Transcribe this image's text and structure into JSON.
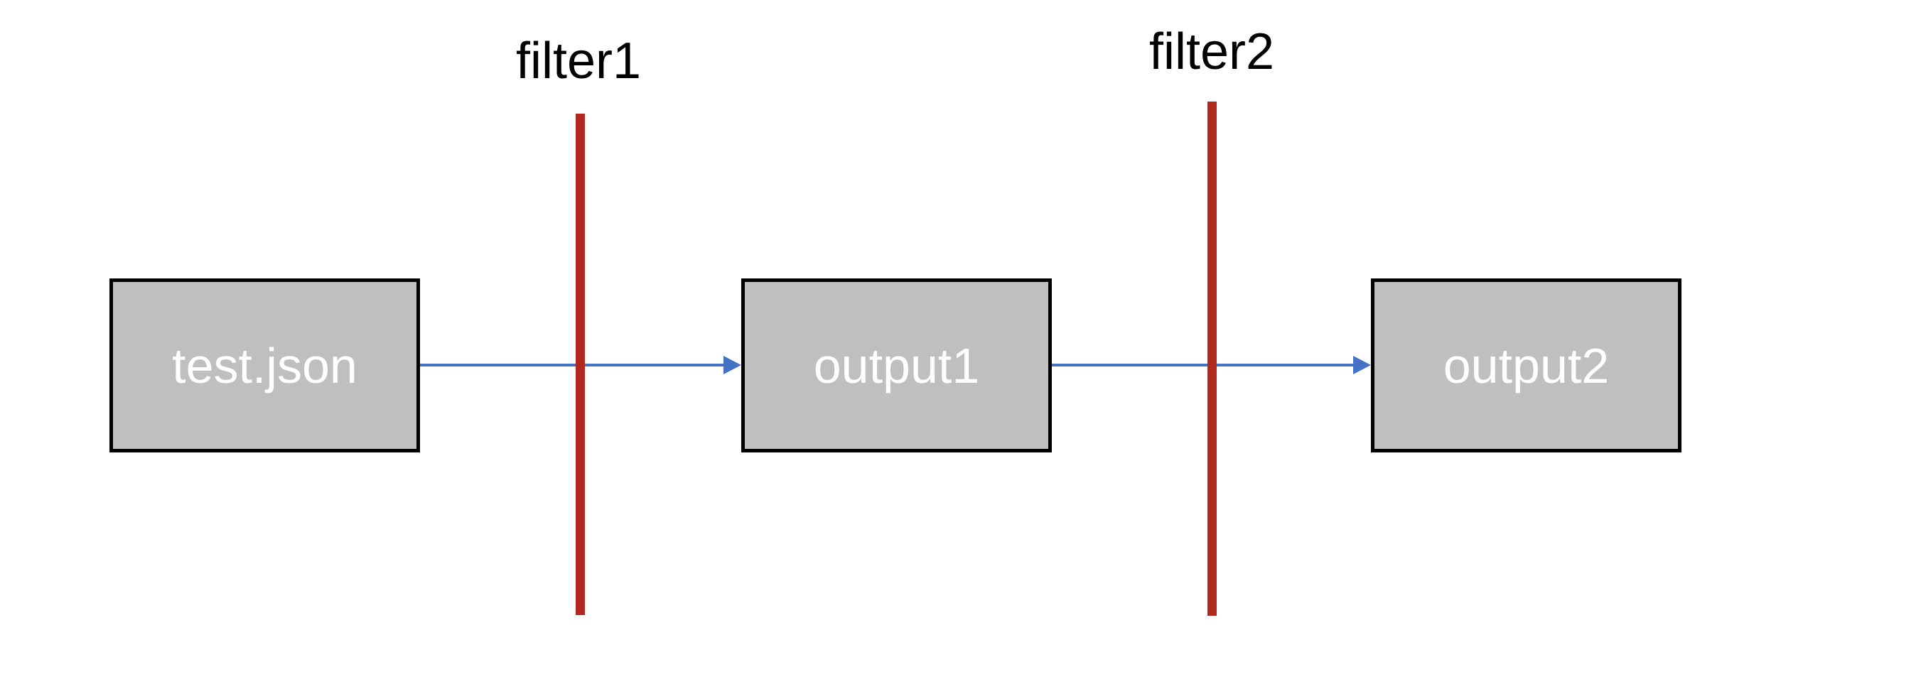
{
  "diagram": {
    "nodes": [
      {
        "id": "test-json",
        "label": "test.json"
      },
      {
        "id": "output1",
        "label": "output1"
      },
      {
        "id": "output2",
        "label": "output2"
      }
    ],
    "filters": [
      {
        "id": "filter1",
        "label": "filter1"
      },
      {
        "id": "filter2",
        "label": "filter2"
      }
    ],
    "connections": [
      {
        "from": "test.json",
        "to": "output1",
        "through": "filter1",
        "style": "arrow-right"
      },
      {
        "from": "output1",
        "to": "output2",
        "through": "filter2",
        "style": "arrow-right"
      }
    ],
    "colors": {
      "background": "#ffffff",
      "node_fill": "#bfbfbf",
      "node_border": "#000000",
      "node_text": "#ffffff",
      "filter_bar": "#b1281e",
      "filter_label_text": "#000000",
      "arrow": "#4472c4"
    }
  }
}
